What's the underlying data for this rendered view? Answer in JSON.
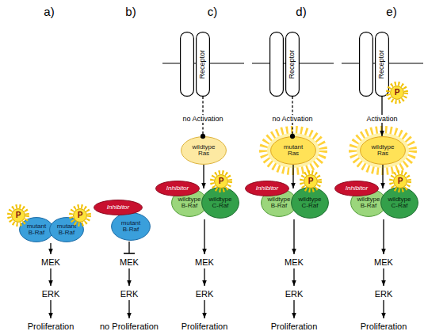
{
  "diagram": {
    "nodes": [
      {
        "text": [
          "P"
        ]
      },
      {
        "text": [
          "P"
        ]
      },
      {
        "text": [
          "mutant B-Raf"
        ]
      },
      {
        "text": [
          "mutant B-Raf"
        ]
      },
      {
        "text": [
          "Inhibitor"
        ]
      },
      {
        "text": [
          "mutant B-Raf"
        ]
      },
      {
        "text": [
          "Receptor"
        ]
      },
      {
        "text": [
          "wildtype Ras"
        ]
      },
      {
        "text": [
          "Inhibitor"
        ]
      },
      {
        "text": [
          "wildtype B-Raf"
        ]
      },
      {
        "text": [
          "wildtype C-Raf"
        ]
      },
      {
        "text": [
          "P"
        ]
      },
      {
        "text": [
          "Receptor"
        ]
      },
      {
        "text": [
          "mutant Ras"
        ]
      },
      {
        "text": [
          "Inhibitor"
        ]
      },
      {
        "text": [
          "wildtype B-Raf"
        ]
      },
      {
        "text": [
          "wildtype C-Raf"
        ]
      },
      {
        "text": [
          "P"
        ]
      },
      {
        "text": [
          "Receptor"
        ]
      },
      {
        "text": [
          "P"
        ]
      },
      {
        "text": [
          "wildtype Ras"
        ]
      },
      {
        "text": [
          "Inhibitor"
        ]
      },
      {
        "text": [
          "wildtype B-Raf"
        ]
      },
      {
        "text": [
          "wildtype C-Raf"
        ]
      },
      {
        "text": [
          "P"
        ]
      }
    ],
    "edges": [
      {
        "from": 6,
        "to": 7,
        "label": "no Activation",
        "arrow": "to"
      },
      {
        "from": 7,
        "to": 9,
        "arrow": "to"
      },
      {
        "from": 12,
        "to": 13,
        "label": "no Activation",
        "arrow": "to"
      },
      {
        "from": 13,
        "to": 15,
        "arrow": "to"
      },
      {
        "from": 18,
        "to": 20,
        "label": "Activation",
        "arrow": "to"
      },
      {
        "from": 20,
        "to": 22,
        "arrow": "to"
      }
    ],
    "labels": [
      "a)",
      "b)",
      "c)",
      "d)",
      "e)",
      "MEK",
      "ERK",
      "Proliferation",
      "MEK",
      "ERK",
      "no Proliferation",
      "MEK",
      "ERK",
      "Proliferation",
      "MEK",
      "ERK",
      "Proliferation",
      "MEK",
      "ERK",
      "Proliferation"
    ]
  }
}
